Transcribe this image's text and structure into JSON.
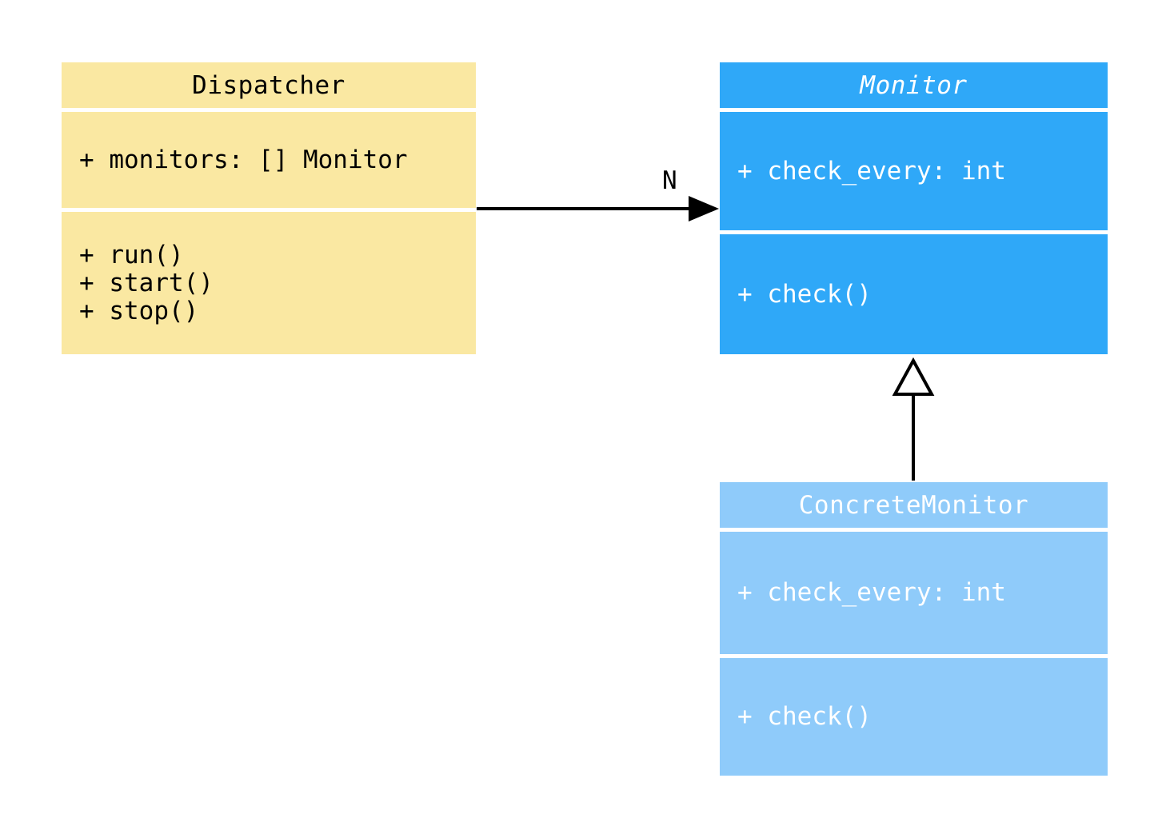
{
  "page": {
    "background": "#ffffff"
  },
  "diagram": {
    "type": "uml-class-diagram",
    "classes": {
      "dispatcher": {
        "title": "Dispatcher",
        "color": "#FAE8A2",
        "text_color": "#000000",
        "attributes": [
          "+ monitors: [] Monitor"
        ],
        "methods": [
          "+ run()",
          "+ start()",
          "+ stop()"
        ]
      },
      "monitor": {
        "title": "Monitor",
        "abstract": true,
        "color": "#2FA8F8",
        "text_color": "#ffffff",
        "attributes": [
          "+ check_every: int"
        ],
        "methods": [
          "+ check()"
        ]
      },
      "concrete_monitor": {
        "title": "ConcreteMonitor",
        "color": "#8FCBFA",
        "text_color": "#ffffff",
        "attributes": [
          "+ check_every: int"
        ],
        "methods": [
          "+ check()"
        ]
      }
    },
    "edges": {
      "association": {
        "from": "Dispatcher",
        "to": "Monitor",
        "label": "N",
        "style": "solid-filled-arrow"
      },
      "inheritance": {
        "from": "ConcreteMonitor",
        "to": "Monitor",
        "style": "hollow-triangle"
      }
    }
  }
}
